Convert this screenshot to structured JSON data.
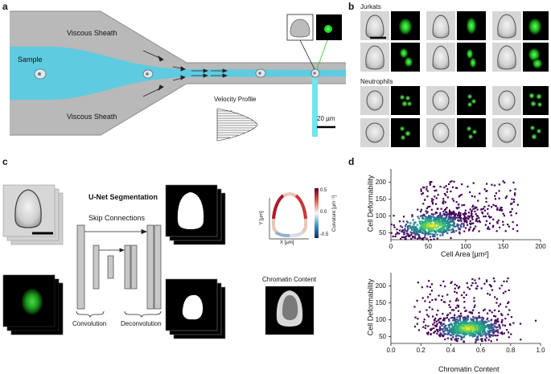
{
  "panel_a": {
    "letter": "a",
    "sheath_top": "Viscous Sheath",
    "sheath_bottom": "Viscous Sheath",
    "sample": "Sample",
    "velocity_profile": "Velocity Profile",
    "scale_bar": "20 µm"
  },
  "panel_b": {
    "letter": "b",
    "group1": "Jurkats",
    "group2": "Neutrophils"
  },
  "panel_c": {
    "letter": "c",
    "title": "U-Net Segmentation",
    "skip": "Skip Connections",
    "conv": "Convolution",
    "deconv": "Deconvolution",
    "chromatin": "Chromatin Content",
    "inset_x": "X [µm]",
    "inset_y": "Y [µm]",
    "colorbar_label": "Curvature [µm⁻¹]",
    "colorbar_ticks": [
      "0.5",
      "0.0",
      "-0.5"
    ]
  },
  "panel_d": {
    "letter": "d",
    "chart_data": [
      {
        "type": "scatter",
        "xlabel": "Cell Area [µm²]",
        "ylabel": "Cell Deformability",
        "xticks": [
          "0",
          "50",
          "100",
          "150",
          "200"
        ],
        "yticks": [
          "50",
          "100",
          "150",
          "200"
        ],
        "xlim": [
          0,
          200
        ],
        "ylim": [
          30,
          240
        ]
      },
      {
        "type": "scatter",
        "xlabel": "Chromatin Content",
        "ylabel": "Cell Deformability",
        "xticks": [
          "0.0",
          "0.2",
          "0.4",
          "0.6",
          "0.8",
          "1.0"
        ],
        "yticks": [
          "50",
          "100",
          "150",
          "200"
        ],
        "xlim": [
          0,
          1
        ],
        "ylim": [
          30,
          240
        ]
      }
    ]
  },
  "colors": {
    "channel": "#b7b7b7",
    "sample": "#55c8dc",
    "laser": "#6fe6f0",
    "fluor": "#1fcf1f",
    "scatter_low": "#440154",
    "scatter_high": "#fde725"
  }
}
